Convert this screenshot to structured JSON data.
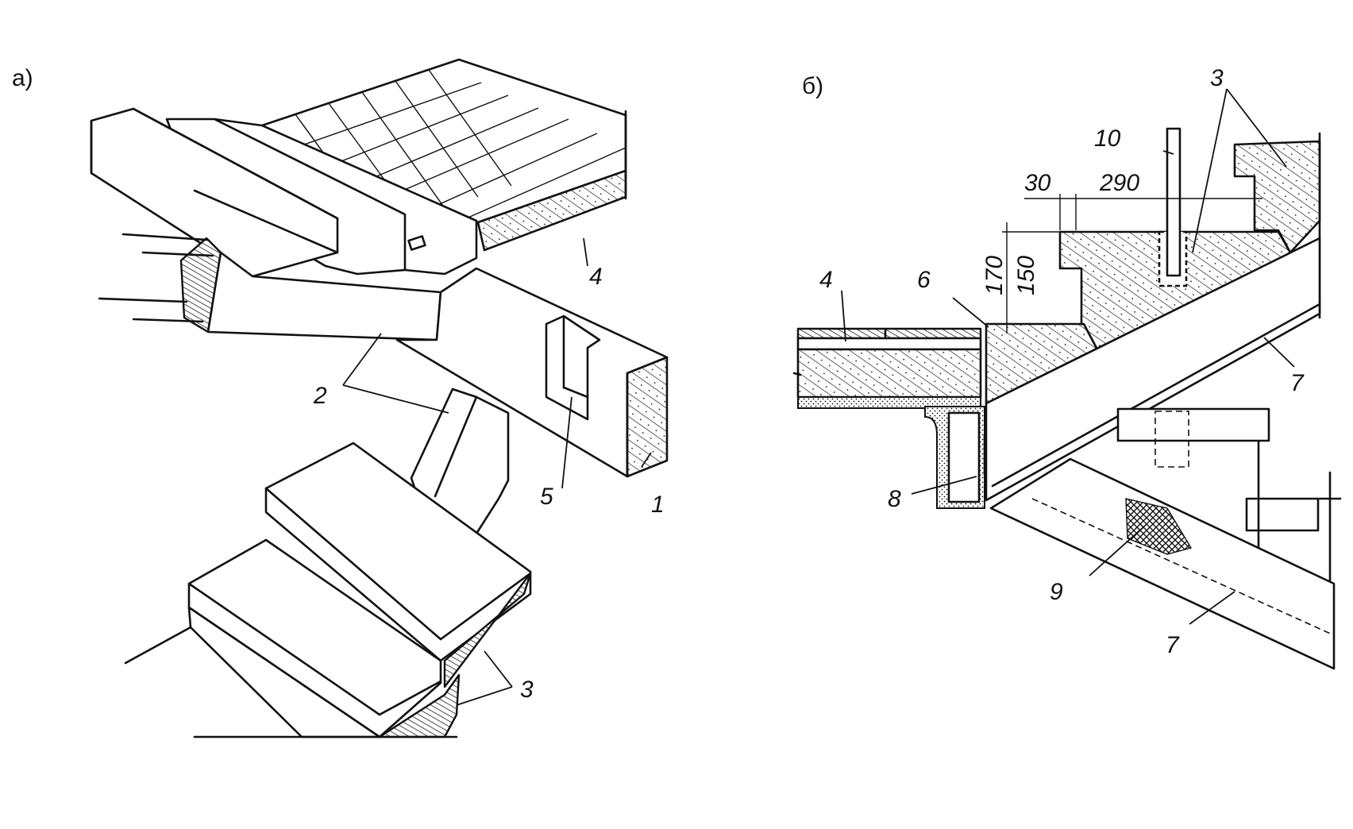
{
  "figure": {
    "section_a": "а)",
    "section_b": "б)",
    "labels_a": {
      "l1": "1",
      "l2": "2",
      "l3": "3",
      "l4": "4",
      "l5": "5"
    },
    "labels_b": {
      "l3": "3",
      "l4": "4",
      "l6": "6",
      "l7a": "7",
      "l7b": "7",
      "l8": "8",
      "l9": "9",
      "l10": "10"
    },
    "dimensions": {
      "d30": "30",
      "d290": "290",
      "d170": "170",
      "d150": "150"
    }
  }
}
